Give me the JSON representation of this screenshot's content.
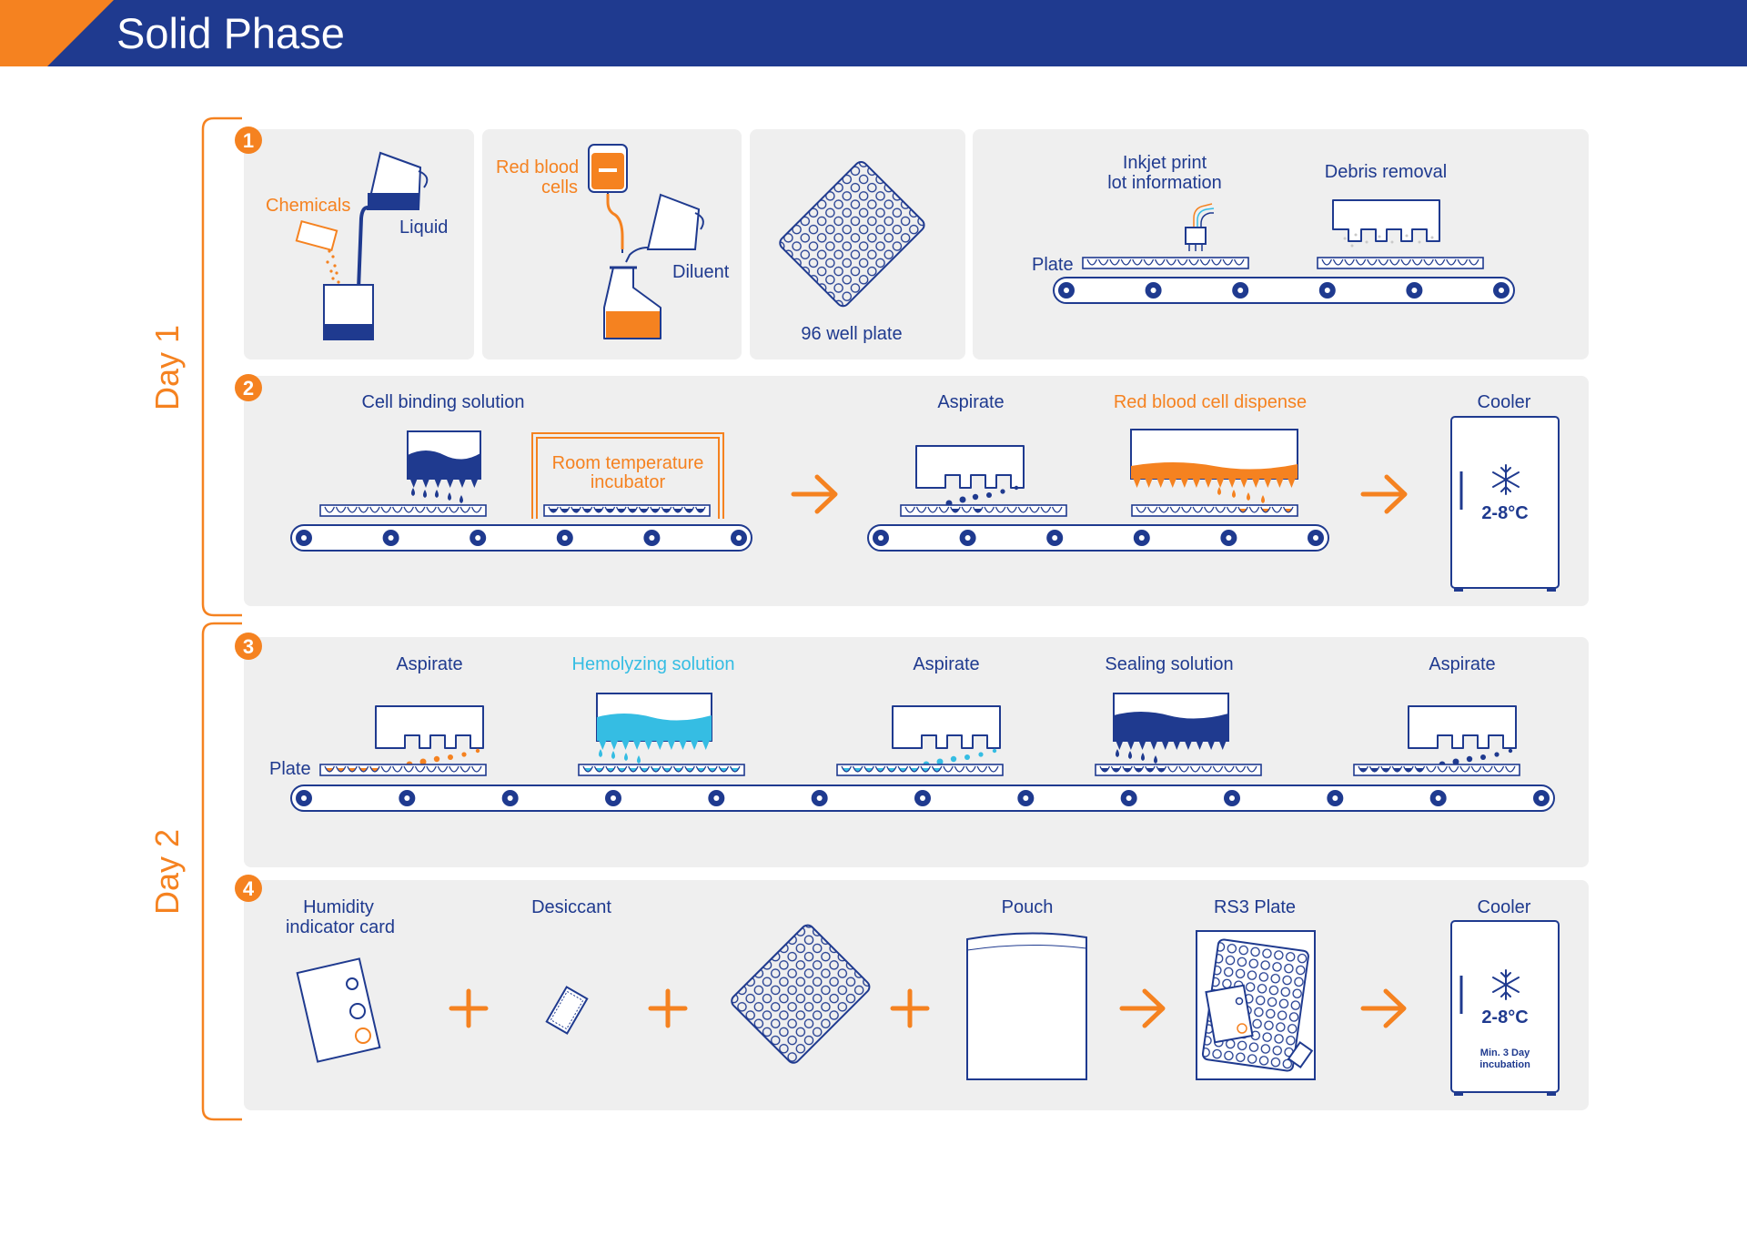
{
  "header": {
    "title": "Solid Phase"
  },
  "days": {
    "day1": "Day 1",
    "day2": "Day 2"
  },
  "steps": {
    "s1": {
      "number": "1",
      "chemicals": "Chemicals",
      "liquid": "Liquid",
      "red_blood_cells_line1": "Red blood",
      "red_blood_cells_line2": "cells",
      "diluent": "Diluent",
      "plate_96": "96 well plate",
      "inkjet_line1": "Inkjet print",
      "inkjet_line2": "lot information",
      "debris": "Debris removal",
      "plate": "Plate"
    },
    "s2": {
      "number": "2",
      "cell_binding": "Cell binding solution",
      "incubator_line1": "Room temperature",
      "incubator_line2": "incubator",
      "aspirate": "Aspirate",
      "rbc_dispense": "Red blood cell dispense",
      "cooler": "Cooler",
      "temp": "2-8°C"
    },
    "s3": {
      "number": "3",
      "aspirate1": "Aspirate",
      "hemolyzing": "Hemolyzing solution",
      "aspirate2": "Aspirate",
      "sealing": "Sealing solution",
      "aspirate3": "Aspirate",
      "plate": "Plate"
    },
    "s4": {
      "number": "4",
      "humidity_line1": "Humidity",
      "humidity_line2": "indicator card",
      "desiccant": "Desiccant",
      "pouch": "Pouch",
      "rs3": "RS3 Plate",
      "cooler": "Cooler",
      "temp": "2-8°C",
      "incubation_line1": "Min. 3 Day",
      "incubation_line2": "incubation"
    }
  },
  "colors": {
    "navy": "#1f3a8f",
    "orange": "#f58220",
    "cyan": "#35bde3",
    "panel": "#efefef"
  },
  "icons": [
    "snowflake-icon",
    "arrow-right-icon",
    "plus-icon",
    "beaker-icon",
    "pitcher-icon",
    "iv-bag-icon",
    "flask-icon",
    "well-plate-icon",
    "conveyor-icon",
    "aspirator-icon",
    "dispenser-icon",
    "printhead-icon",
    "cooler-icon",
    "pouch-icon",
    "desiccant-icon",
    "indicator-card-icon"
  ]
}
